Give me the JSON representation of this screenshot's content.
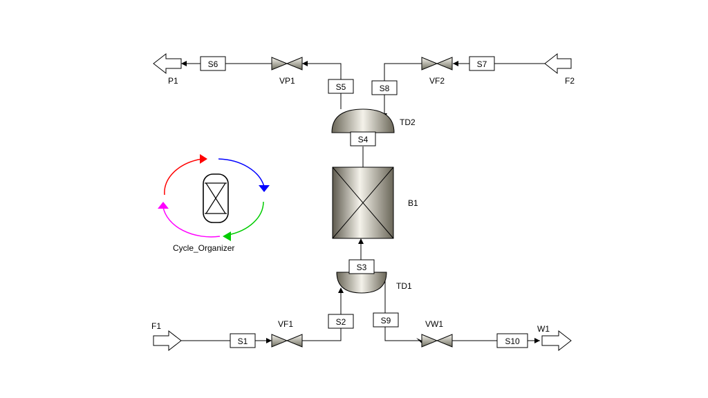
{
  "diagram": {
    "feeds_products": {
      "P1": "P1",
      "F2": "F2",
      "F1": "F1",
      "W1": "W1"
    },
    "valves": {
      "VP1": "VP1",
      "VF2": "VF2",
      "VF1": "VF1",
      "VW1": "VW1"
    },
    "streams": {
      "S1": "S1",
      "S2": "S2",
      "S3": "S3",
      "S4": "S4",
      "S5": "S5",
      "S6": "S6",
      "S7": "S7",
      "S8": "S8",
      "S9": "S9",
      "S10": "S10"
    },
    "units": {
      "TD2": "TD2",
      "TD1": "TD1",
      "B1": "B1"
    },
    "cycle_organizer": {
      "label": "Cycle_Organizer",
      "arc_colors": {
        "red": "#ff0000",
        "blue": "#0000ff",
        "green": "#00cc00",
        "magenta": "#ff00ff"
      }
    }
  }
}
